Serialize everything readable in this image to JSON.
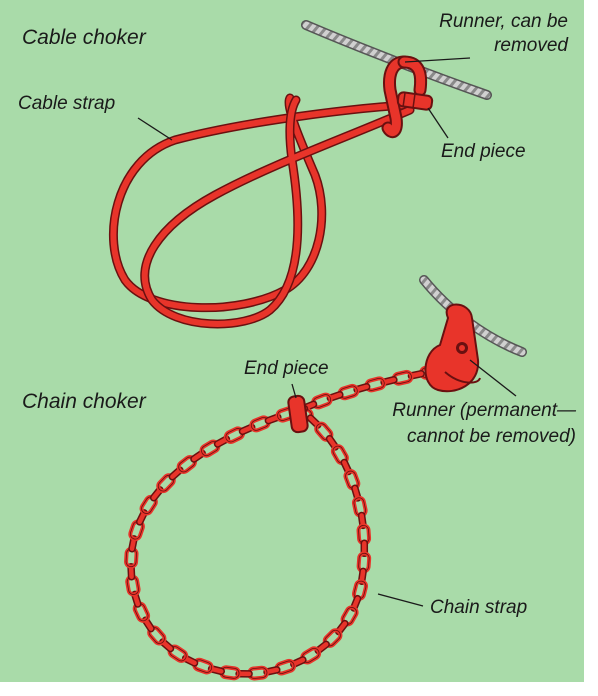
{
  "colors": {
    "background": "#a9dba9",
    "choker_red": "#e8342a",
    "outline": "#6a1010",
    "cable_grey": "#b8b8b8",
    "text": "#1a1a1a"
  },
  "cable_choker": {
    "title": "Cable choker",
    "labels": {
      "runner": "Runner, can be removed",
      "cable_strap": "Cable strap",
      "end_piece": "End piece"
    }
  },
  "chain_choker": {
    "title": "Chain choker",
    "labels": {
      "end_piece": "End piece",
      "runner": "Runner (permanent—cannot be removed)",
      "chain_strap": "Chain strap"
    }
  }
}
